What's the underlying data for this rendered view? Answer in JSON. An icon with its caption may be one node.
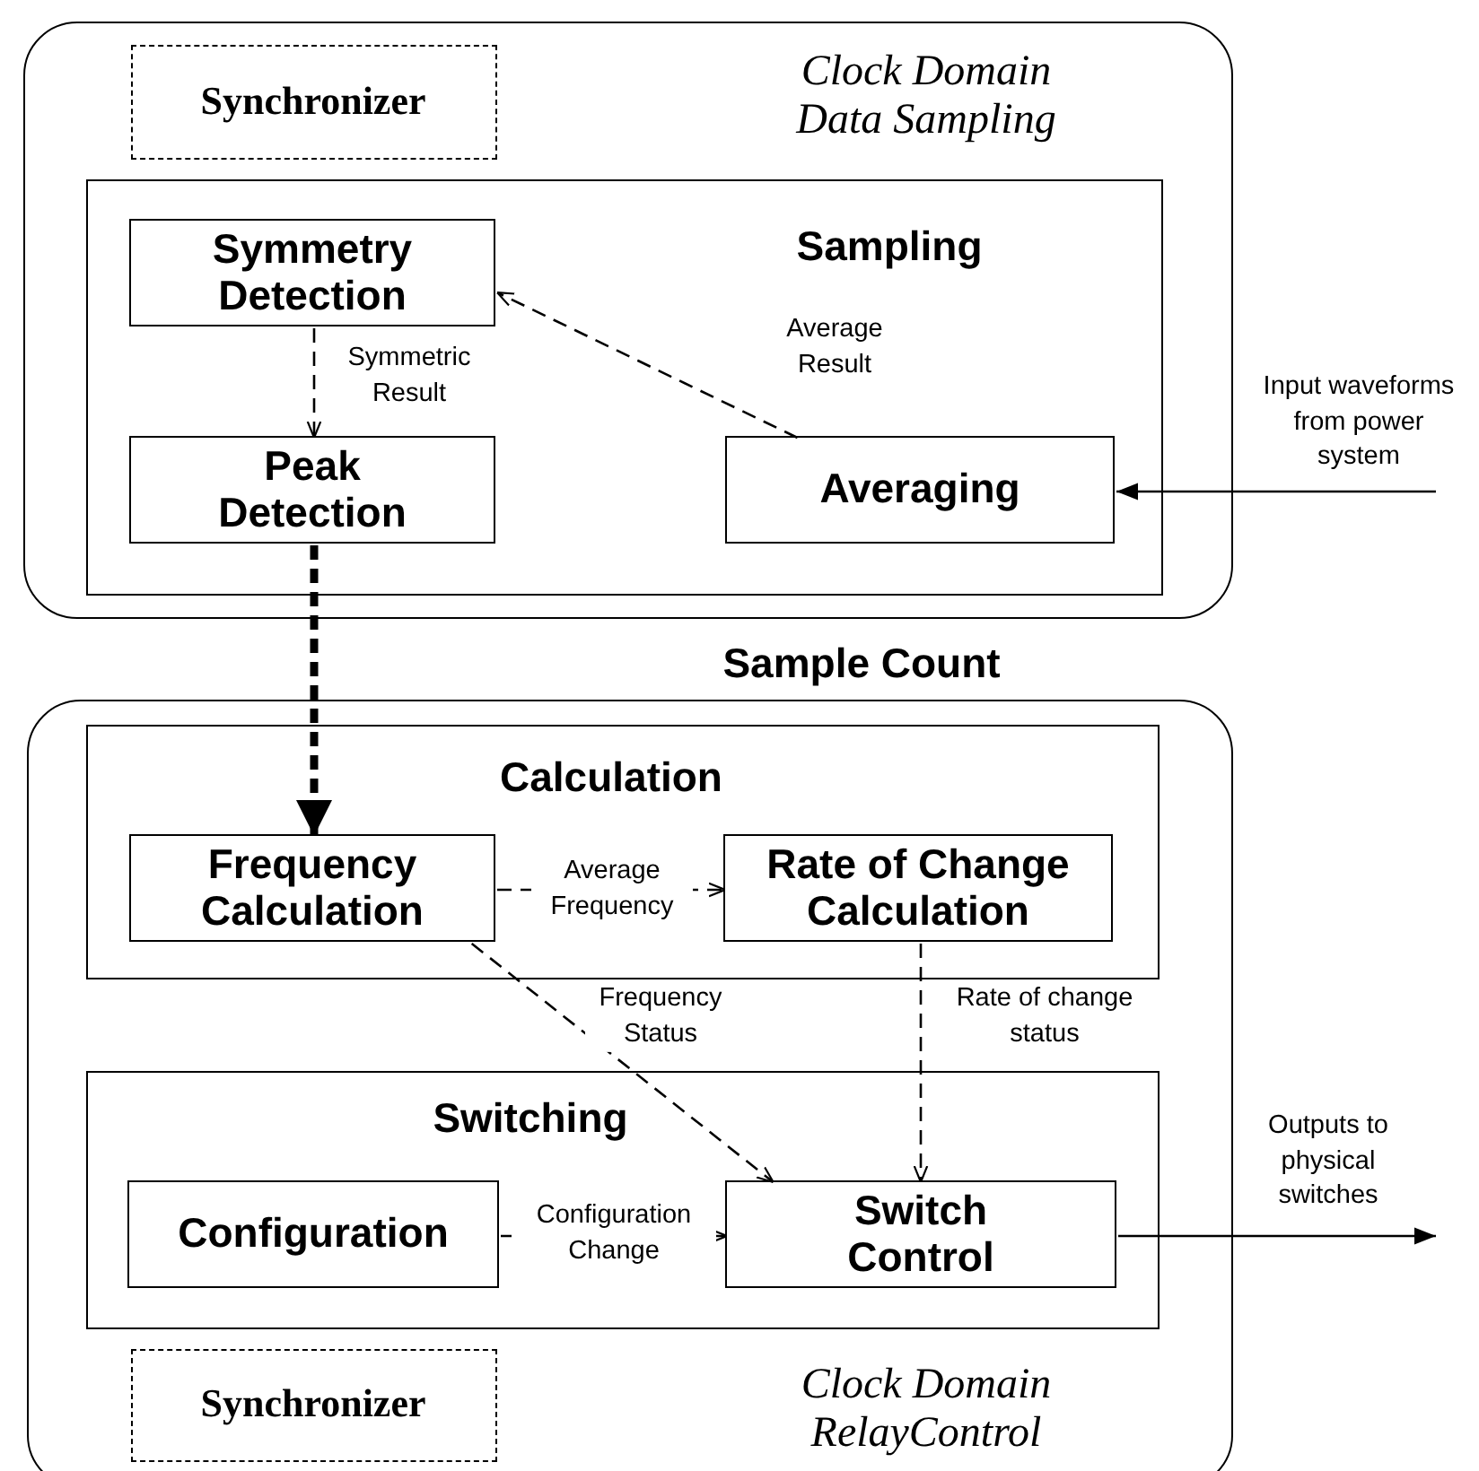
{
  "diagram": {
    "nodes": [
      {
        "text": [
          "Clock Domain Data Sampling"
        ]
      },
      {
        "text": [
          "Synchronizer"
        ],
        "in": 0
      },
      {
        "text": [
          "Sampling"
        ],
        "in": 0
      },
      {
        "text": [
          "Symmetry Detection"
        ],
        "in": 2
      },
      {
        "text": [
          "Peak Detection"
        ],
        "in": 2
      },
      {
        "text": [
          "Averaging"
        ],
        "in": 2
      },
      {
        "text": [
          "Clock Domain RelayControl"
        ]
      },
      {
        "text": [
          "Calculation"
        ],
        "in": 6
      },
      {
        "text": [
          "Frequency Calculation"
        ],
        "in": 7
      },
      {
        "text": [
          "Rate of Change Calculation"
        ],
        "in": 7
      },
      {
        "text": [
          "Switching"
        ],
        "in": 6
      },
      {
        "text": [
          "Configuration"
        ],
        "in": 10
      },
      {
        "text": [
          "Switch Control"
        ],
        "in": 10
      },
      {
        "text": [
          "Synchronizer"
        ],
        "in": 6
      }
    ],
    "edges": [
      {
        "from": 3,
        "to": 4,
        "arrow": "to",
        "label": "Symmetric Result",
        "style": "dashed"
      },
      {
        "from": 5,
        "to": 3,
        "arrow": "to",
        "label": "Average Result",
        "style": "dashed"
      },
      {
        "from": null,
        "to": 5,
        "arrow": "to",
        "label": "Input waveforms from power system"
      },
      {
        "from": 4,
        "to": 8,
        "arrow": "to",
        "style": "dashed"
      },
      {
        "from": 8,
        "to": 9,
        "arrow": "to",
        "label": "Average Frequency",
        "style": "dashed"
      },
      {
        "from": 8,
        "to": 12,
        "arrow": "to",
        "label": "Frequency Status",
        "style": "dashed"
      },
      {
        "from": 9,
        "to": 12,
        "arrow": "to",
        "label": "Rate of change status",
        "style": "dashed"
      },
      {
        "from": 11,
        "to": 12,
        "arrow": "to",
        "label": "Configuration Change",
        "style": "dashed"
      },
      {
        "from": 12,
        "to": null,
        "arrow": "to",
        "label": "Outputs to physical switches"
      }
    ],
    "labels": [
      "Sample Count"
    ]
  }
}
